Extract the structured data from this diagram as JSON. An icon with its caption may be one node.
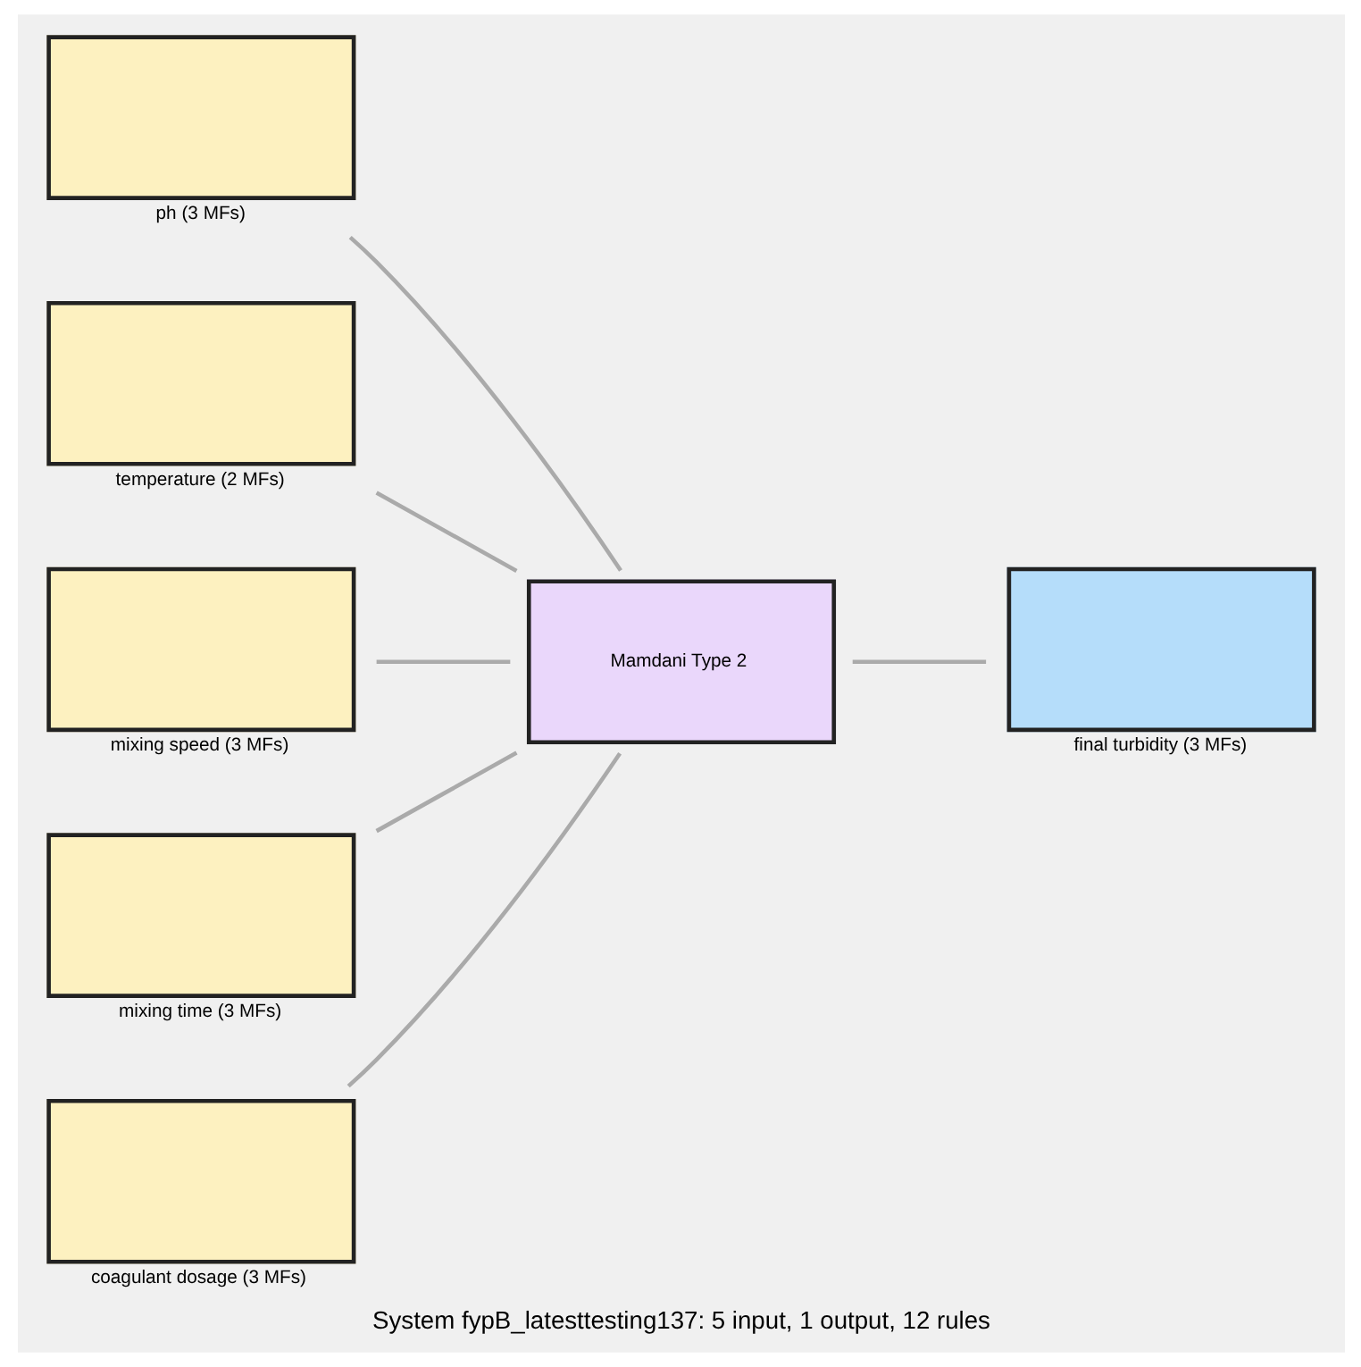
{
  "diagram": {
    "caption": "System fypB_latesttesting137: 5 input, 1 output, 12 rules",
    "nodes": [
      {
        "text": [
          "ph (3 MFs)"
        ]
      },
      {
        "text": [
          "temperature (2 MFs)"
        ]
      },
      {
        "text": [
          "mixing speed (3 MFs)"
        ]
      },
      {
        "text": [
          "mixing time (3 MFs)"
        ]
      },
      {
        "text": [
          "coagulant dosage (3 MFs)"
        ]
      },
      {
        "text": [
          "Mamdani Type 2"
        ]
      },
      {
        "text": [
          "final turbidity (3 MFs)"
        ]
      }
    ],
    "edges": [
      {
        "from": 0,
        "to": 5,
        "arrow": "none"
      },
      {
        "from": 1,
        "to": 5,
        "arrow": "none"
      },
      {
        "from": 2,
        "to": 5,
        "arrow": "none"
      },
      {
        "from": 3,
        "to": 5,
        "arrow": "none"
      },
      {
        "from": 4,
        "to": 5,
        "arrow": "none"
      },
      {
        "from": 5,
        "to": 6,
        "arrow": "none"
      }
    ]
  }
}
